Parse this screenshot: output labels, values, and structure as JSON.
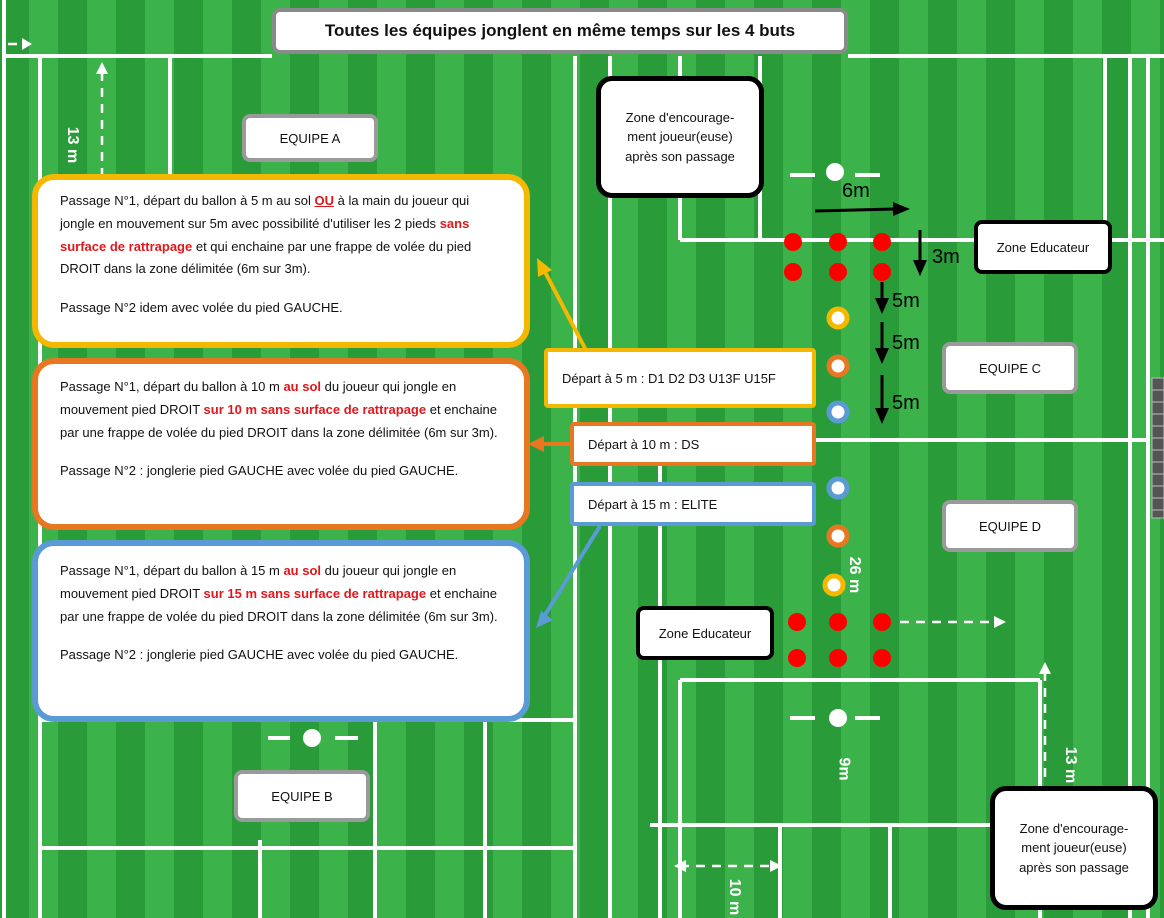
{
  "title": "Toutes les équipes jonglent en même temps sur les 4 buts",
  "teams": {
    "a": "EQUIPE A",
    "b": "EQUIPE B",
    "c": "EQUIPE C",
    "d": "EQUIPE D"
  },
  "zones": {
    "encouragement_top": [
      "Zone d'encourage-",
      "ment joueur(euse)",
      "après son passage"
    ],
    "encouragement_bottom": [
      "Zone d'encourage-",
      "ment joueur(euse)",
      "après son passage"
    ],
    "educateur_top": "Zone Educateur",
    "educateur_bottom": "Zone Educateur"
  },
  "instructions": {
    "yellow": {
      "p1": [
        "Passage N°1, départ du ballon à 5 m au sol ",
        "OU",
        " à la main du joueur qui jongle en mouvement sur 5m avec possibilité d'utiliser les 2 pieds ",
        "sans surface de rattrapage",
        " et qui enchaine par une frappe de volée du pied DROIT dans la zone délimitée (6m sur 3m)."
      ],
      "p2": "Passage N°2 idem avec volée du pied GAUCHE."
    },
    "orange": {
      "p1": [
        "Passage N°1, départ du ballon à 10 m ",
        "au sol",
        " du joueur qui jongle en mouvement pied DROIT  ",
        "sur 10 m sans surface de rattrapage",
        " et enchaine par une frappe de volée du pied DROIT dans la zone délimitée (6m sur 3m)."
      ],
      "p2": "Passage N°2 : jonglerie pied GAUCHE avec volée du pied GAUCHE."
    },
    "blue": {
      "p1": [
        "Passage N°1, départ du ballon à 15 m ",
        "au sol",
        " du joueur qui jongle en mouvement pied DROIT ",
        "sur 15 m sans surface de rattrapage",
        " et enchaine par une frappe de volée du pied DROIT dans la zone délimitée (6m sur 3m)."
      ],
      "p2": "Passage N°2 : jonglerie pied GAUCHE  avec volée du pied GAUCHE."
    }
  },
  "departures": {
    "d5": "Départ à 5 m : D1 D2 D3 U13F U15F",
    "d10": "Départ à 10 m : DS",
    "d15": "Départ à 15 m : ELITE"
  },
  "measures": {
    "m6": "6m",
    "m3": "3m",
    "m5a": "5m",
    "m5b": "5m",
    "m5c": "5m",
    "m13_left": "13 m",
    "m13_right": "13 m",
    "m26": "26 m",
    "m9": "9m",
    "m10": "10 m"
  },
  "colors": {
    "yellow": "#f5b800",
    "orange": "#e87722",
    "blue": "#5b9bd5",
    "red_dot": "#ff0000",
    "grass_dark": "#2a9b39",
    "grass_light": "#3cb24a"
  }
}
